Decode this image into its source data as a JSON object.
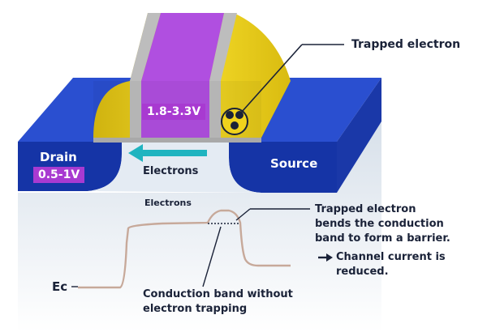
{
  "colors": {
    "substrate_light": "#dfe7f0",
    "blue_dark": "#1532a0",
    "blue_mid": "#2a4fd0",
    "blue_light": "#3a6be8",
    "gate_yellow": "#f0d21c",
    "gate_yellow_dark": "#c9a90e",
    "gate_gray": "#b6b6b6",
    "gate_purple": "#b04fe0",
    "teal_arrow": "#1fb4c0",
    "curve": "#c7a99a",
    "text_dark": "#1a2238"
  },
  "labels": {
    "trapped_electron": "Trapped electron",
    "gate_voltage": "1.8-3.3V",
    "drain": "Drain",
    "drain_voltage": "0.5-1V",
    "source": "Source",
    "electrons_arrow": "Electrons",
    "electrons_curve": "Electrons",
    "barrier_line1": "Trapped electron",
    "barrier_line2": "bends the conduction",
    "barrier_line3": "band to form a barrier.",
    "result_line1": "Channel current is",
    "result_line2": "reduced.",
    "ec": "Ec",
    "no_trap_line1": "Conduction band without",
    "no_trap_line2": "electron trapping"
  },
  "icons": {
    "result_arrow": "right-arrow-icon",
    "electron": "electron-dot-icon"
  }
}
